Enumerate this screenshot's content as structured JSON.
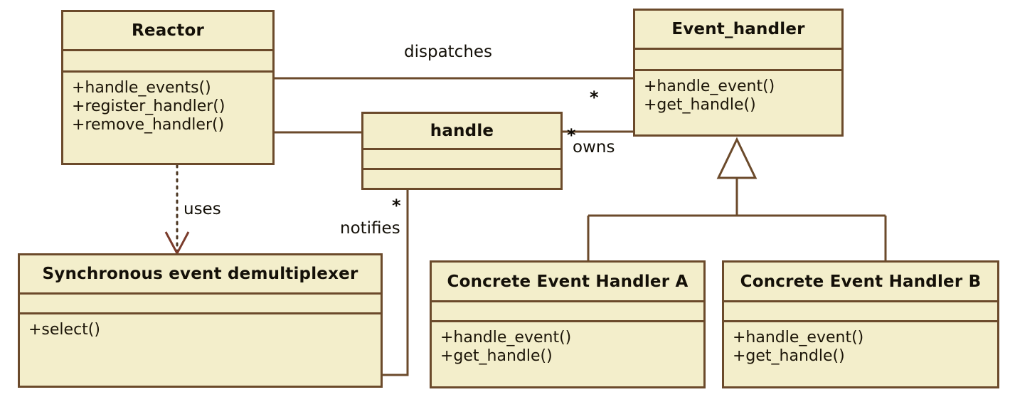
{
  "diagram": {
    "title": "Reactor pattern UML class diagram",
    "type": "uml-class-diagram",
    "colors": {
      "class_fill": "#f3eecb",
      "class_border": "#6b4a2b",
      "edge": "#6b4a2b",
      "text": "#141008",
      "background": "#ffffff"
    }
  },
  "classes": {
    "reactor": {
      "name": "Reactor",
      "attributes": [],
      "operations": [
        "+handle_events()",
        "+register_handler()",
        "+remove_handler()"
      ]
    },
    "event_handler": {
      "name": "Event_handler",
      "attributes": [],
      "operations": [
        "+handle_event()",
        "+get_handle()"
      ]
    },
    "handle": {
      "name": "handle",
      "attributes": [],
      "operations": []
    },
    "demultiplexer": {
      "name": "Synchronous event demultiplexer",
      "attributes": [],
      "operations": [
        "+select()"
      ]
    },
    "concrete_a": {
      "name": "Concrete Event Handler A",
      "attributes": [],
      "operations": [
        "+handle_event()",
        "+get_handle()"
      ]
    },
    "concrete_b": {
      "name": "Concrete Event Handler B",
      "attributes": [],
      "operations": [
        "+handle_event()",
        "+get_handle()"
      ]
    }
  },
  "relationships": [
    {
      "id": "dispatches",
      "from": "reactor",
      "to": "event_handler",
      "kind": "association",
      "label": "dispatches",
      "target_multiplicity": "*"
    },
    {
      "id": "owns",
      "from": "handle",
      "to": "event_handler",
      "kind": "association",
      "label": "owns",
      "source_multiplicity": "*"
    },
    {
      "id": "reactor-handle",
      "from": "reactor",
      "to": "handle",
      "kind": "association",
      "label": ""
    },
    {
      "id": "uses",
      "from": "reactor",
      "to": "demultiplexer",
      "kind": "dependency",
      "label": "uses"
    },
    {
      "id": "notifies",
      "from": "handle",
      "to": "demultiplexer",
      "kind": "association",
      "label": "notifies",
      "source_multiplicity": "*"
    },
    {
      "id": "generalization-a",
      "from": "concrete_a",
      "to": "event_handler",
      "kind": "generalization",
      "label": ""
    },
    {
      "id": "generalization-b",
      "from": "concrete_b",
      "to": "event_handler",
      "kind": "generalization",
      "label": ""
    }
  ],
  "labels": {
    "dispatches": "dispatches",
    "owns": "owns",
    "uses": "uses",
    "notifies": "notifies",
    "star": "*"
  }
}
